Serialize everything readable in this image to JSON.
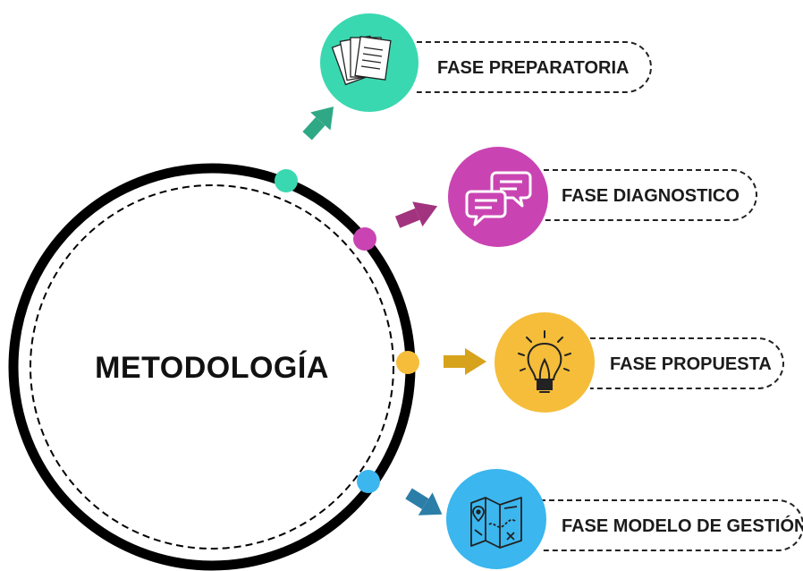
{
  "center": {
    "title": "METODOLOGÍA"
  },
  "phases": [
    {
      "label": "FASE PREPARATORIA",
      "color": "#3ad8b0",
      "arrow_color": "#2fa886",
      "icon": "papers-icon"
    },
    {
      "label": "FASE DIAGNOSTICO",
      "color": "#c944b2",
      "arrow_color": "#a2337e",
      "icon": "chat-bubbles-icon"
    },
    {
      "label": "FASE PROPUESTA",
      "color": "#f5bd3a",
      "arrow_color": "#d7a21c",
      "icon": "lightbulb-icon"
    },
    {
      "label": "FASE MODELO DE GESTIÓN",
      "color": "#3bb6ee",
      "arrow_color": "#2b7ea7",
      "icon": "map-icon"
    }
  ]
}
